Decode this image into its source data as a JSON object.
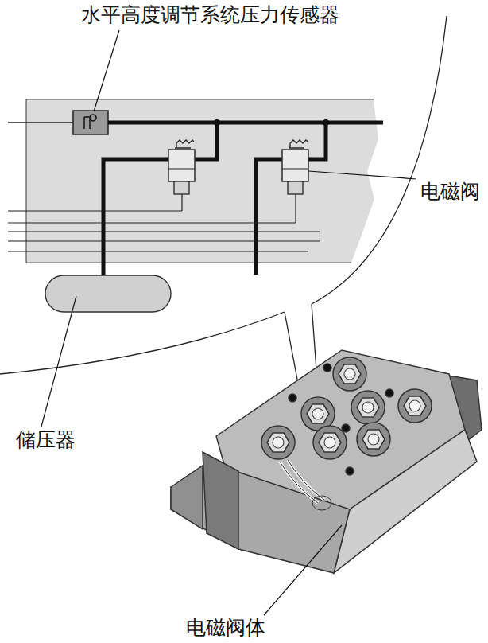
{
  "diagram": {
    "labels": [
      "水平高度调节系统压力传感器",
      "电磁阀",
      "储压器",
      "电磁阀体"
    ]
  }
}
